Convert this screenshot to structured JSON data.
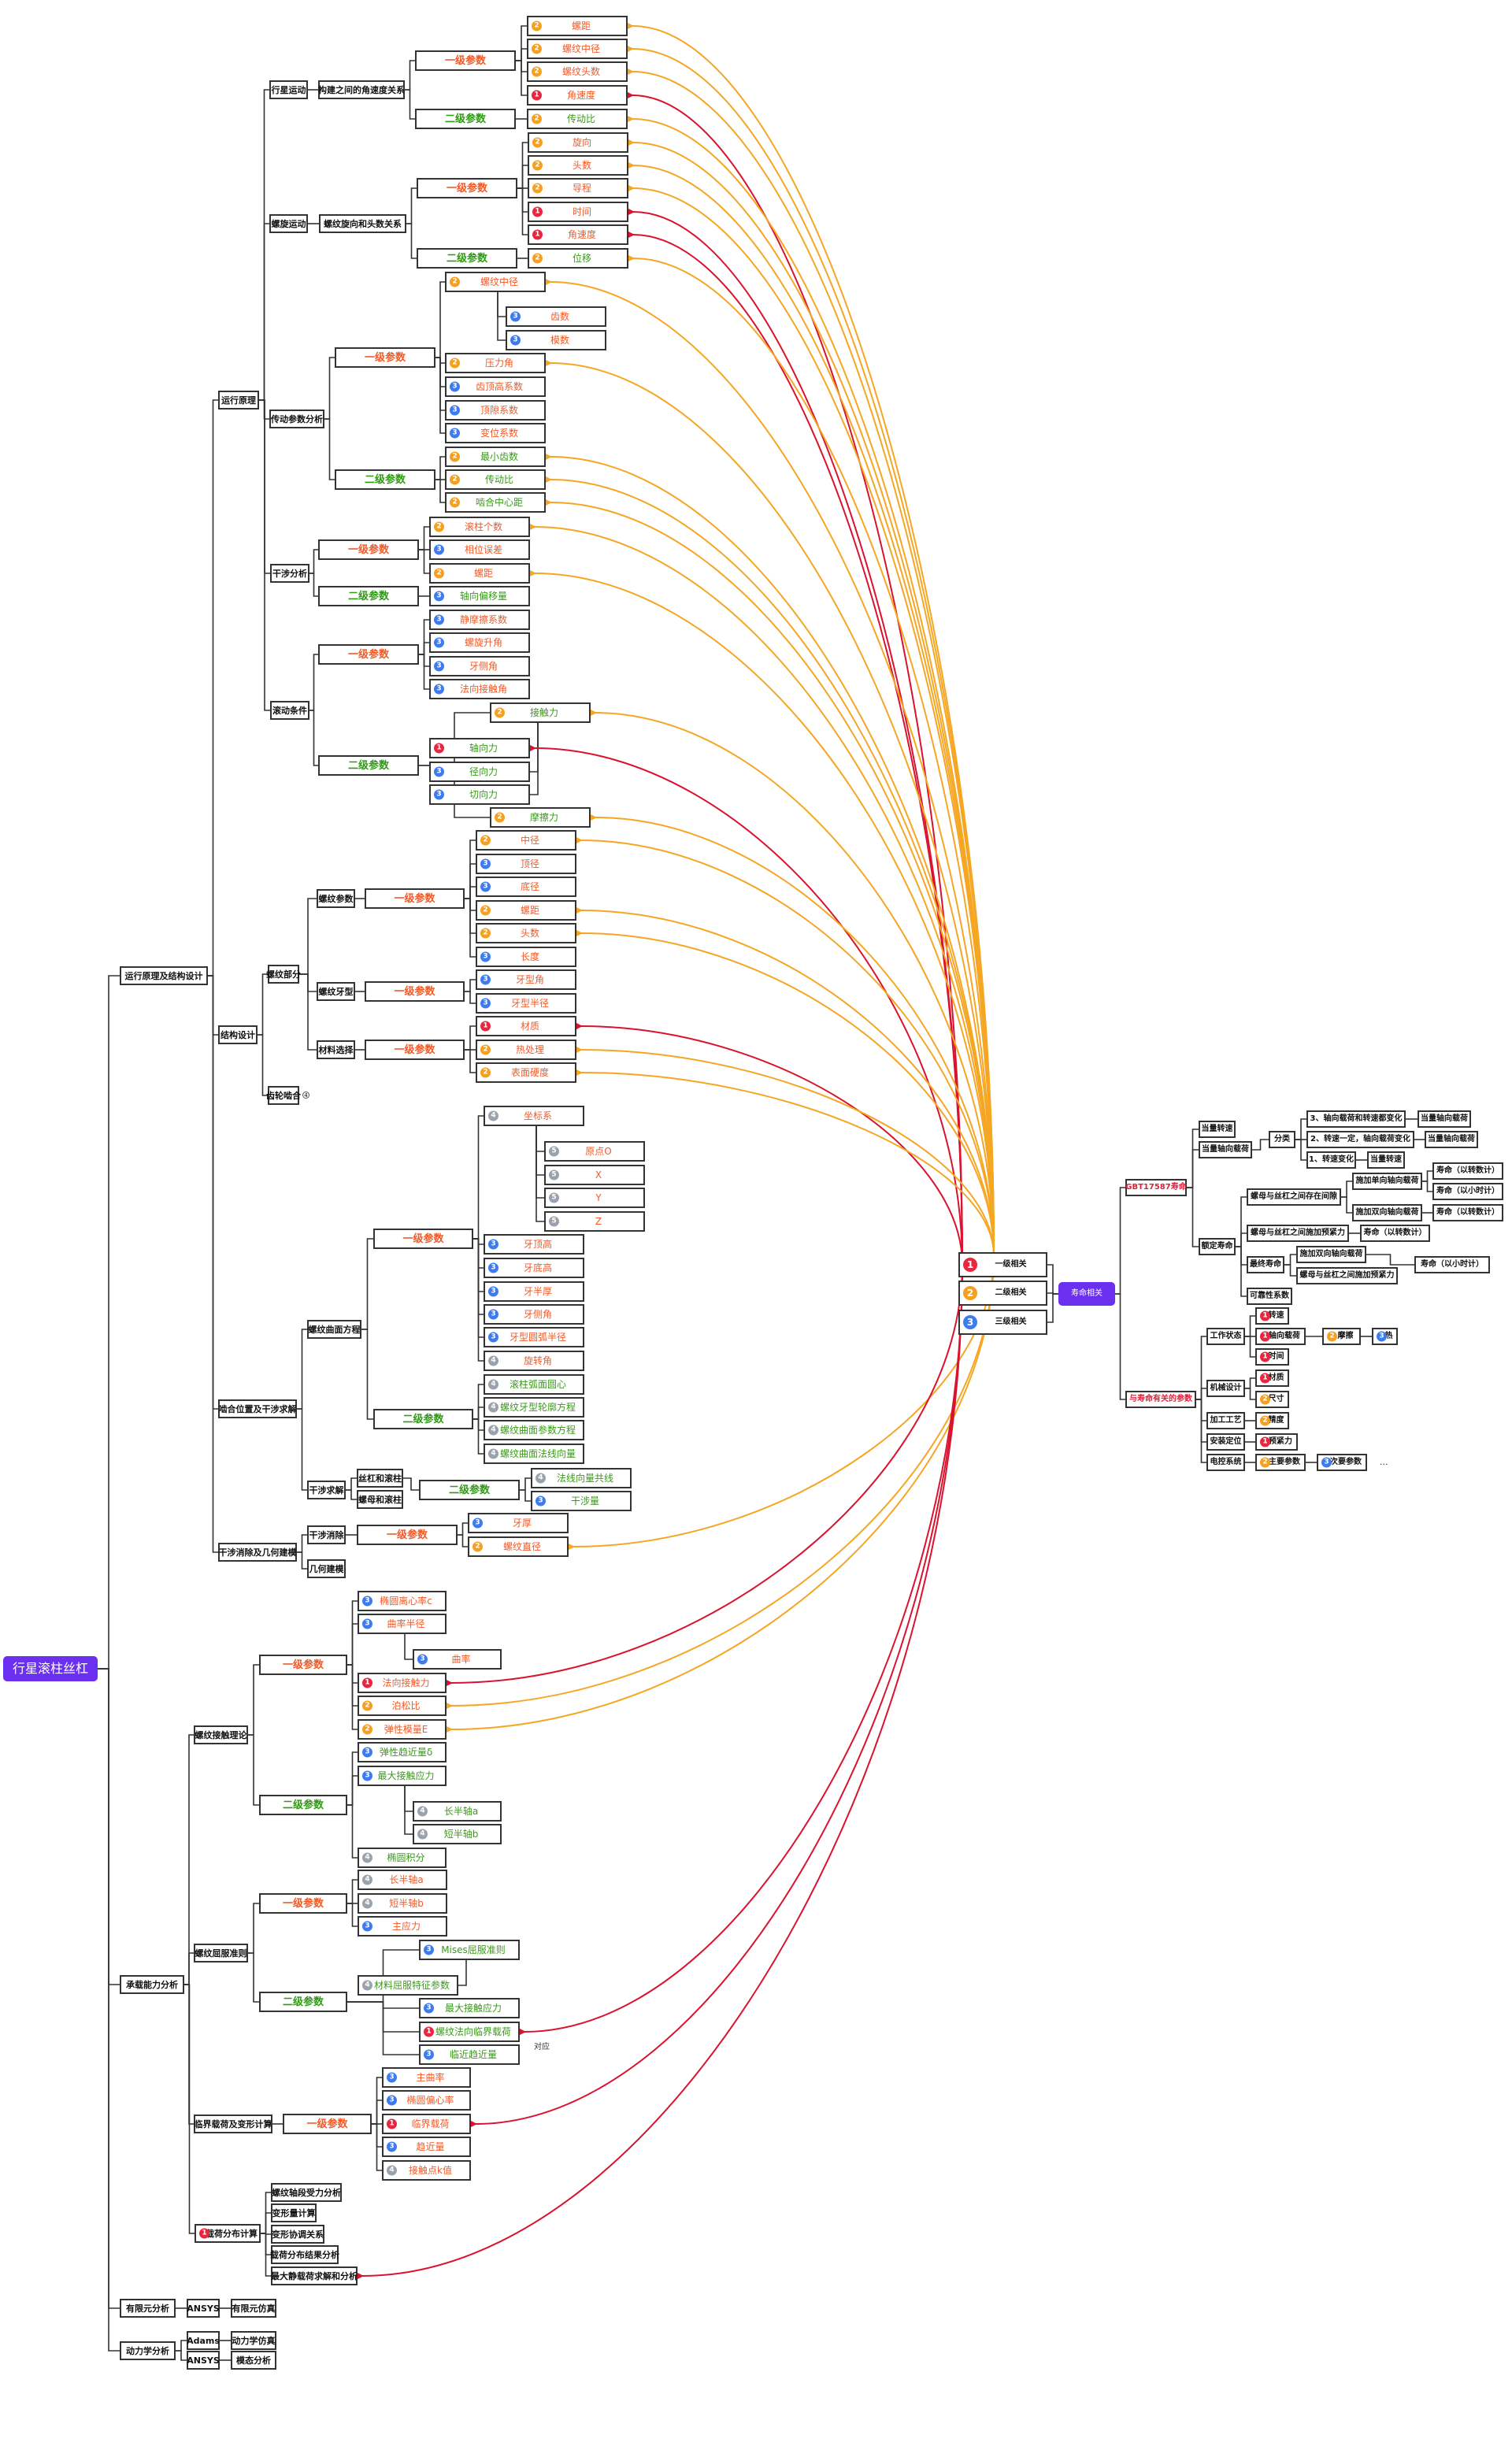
{
  "colors": {
    "root": "#6b2ff0",
    "level1": "#e8263f",
    "level2": "#f5a020",
    "level3": "#3d7bf0",
    "level4": "#9aa3ad",
    "param_primary": "#f05a28",
    "param_secondary": "#3a9a1a"
  },
  "nodes": [
    {
      "id": "R",
      "text": "行星滚柱丝杠",
      "tone": "root"
    },
    {
      "id": "B1",
      "text": "运行原理及结构设计",
      "tone": "k"
    },
    {
      "id": "B2",
      "text": "承载能力分析",
      "tone": "k"
    },
    {
      "id": "B3",
      "text": "有限元分析",
      "tone": "k"
    },
    {
      "id": "B4",
      "text": "动力学分析",
      "tone": "k"
    },
    {
      "id": "C1",
      "text": "运行原理",
      "tone": "k"
    },
    {
      "id": "C2",
      "text": "结构设计",
      "tone": "k"
    },
    {
      "id": "C3",
      "text": "啮合位置及干涉求解",
      "tone": "k"
    },
    {
      "id": "C4",
      "text": "干涉消除及几何建模",
      "tone": "k"
    },
    {
      "id": "D1",
      "text": "行星运动",
      "tone": "k"
    },
    {
      "id": "D2",
      "text": "螺旋运动",
      "tone": "k"
    },
    {
      "id": "D3",
      "text": "传动参数分析",
      "tone": "k"
    },
    {
      "id": "D4",
      "text": "干涉分析",
      "tone": "k"
    },
    {
      "id": "D5",
      "text": "滚动条件",
      "tone": "k"
    },
    {
      "id": "E1",
      "text": "构建之间的角速度关系",
      "tone": "k"
    },
    {
      "id": "E1a",
      "text": "一级参数",
      "tone": "h1"
    },
    {
      "id": "E1b",
      "text": "二级参数",
      "tone": "h2"
    },
    {
      "id": "a1",
      "text": "螺距",
      "badge": 2,
      "tone": "r"
    },
    {
      "id": "a2",
      "text": "螺纹中径",
      "badge": 2,
      "tone": "r"
    },
    {
      "id": "a3",
      "text": "螺纹头数",
      "badge": 2,
      "tone": "r"
    },
    {
      "id": "a4",
      "text": "角速度",
      "badge": 1,
      "tone": "r"
    },
    {
      "id": "a5",
      "text": "传动比",
      "badge": 2,
      "tone": "g"
    },
    {
      "id": "E2",
      "text": "螺纹旋向和头数关系",
      "tone": "k"
    },
    {
      "id": "E2a",
      "text": "一级参数",
      "tone": "h1"
    },
    {
      "id": "E2b",
      "text": "二级参数",
      "tone": "h2"
    },
    {
      "id": "b1",
      "text": "旋向",
      "badge": 2,
      "tone": "r"
    },
    {
      "id": "b2",
      "text": "头数",
      "badge": 2,
      "tone": "r"
    },
    {
      "id": "b3",
      "text": "导程",
      "badge": 2,
      "tone": "r"
    },
    {
      "id": "b4",
      "text": "时间",
      "badge": 1,
      "tone": "r"
    },
    {
      "id": "b5",
      "text": "角速度",
      "badge": 1,
      "tone": "r"
    },
    {
      "id": "b6",
      "text": "位移",
      "badge": 2,
      "tone": "g"
    },
    {
      "id": "E3a",
      "text": "一级参数",
      "tone": "h1"
    },
    {
      "id": "E3b",
      "text": "二级参数",
      "tone": "h2"
    },
    {
      "id": "c1",
      "text": "螺纹中径",
      "badge": 2,
      "tone": "r"
    },
    {
      "id": "c2",
      "text": "齿数",
      "badge": 3,
      "tone": "r"
    },
    {
      "id": "c3",
      "text": "模数",
      "badge": 3,
      "tone": "r"
    },
    {
      "id": "c4",
      "text": "压力角",
      "badge": 2,
      "tone": "r"
    },
    {
      "id": "c5",
      "text": "齿顶高系数",
      "badge": 3,
      "tone": "r"
    },
    {
      "id": "c6",
      "text": "顶隙系数",
      "badge": 3,
      "tone": "r"
    },
    {
      "id": "c7",
      "text": "变位系数",
      "badge": 3,
      "tone": "r"
    },
    {
      "id": "c8",
      "text": "最小齿数",
      "badge": 2,
      "tone": "g"
    },
    {
      "id": "c9",
      "text": "传动比",
      "badge": 2,
      "tone": "g"
    },
    {
      "id": "c10",
      "text": "啮合中心距",
      "badge": 2,
      "tone": "g"
    },
    {
      "id": "E4a",
      "text": "一级参数",
      "tone": "h1"
    },
    {
      "id": "E4b",
      "text": "二级参数",
      "tone": "h2"
    },
    {
      "id": "d1",
      "text": "滚柱个数",
      "badge": 2,
      "tone": "r"
    },
    {
      "id": "d2",
      "text": "相位误差",
      "badge": 3,
      "tone": "r"
    },
    {
      "id": "d3",
      "text": "螺距",
      "badge": 2,
      "tone": "r"
    },
    {
      "id": "d4",
      "text": "轴向偏移量",
      "badge": 3,
      "tone": "g"
    },
    {
      "id": "E5a",
      "text": "一级参数",
      "tone": "h1"
    },
    {
      "id": "E5b",
      "text": "二级参数",
      "tone": "h2"
    },
    {
      "id": "e1",
      "text": "静摩擦系数",
      "badge": 3,
      "tone": "r"
    },
    {
      "id": "e2",
      "text": "螺旋升角",
      "badge": 3,
      "tone": "r"
    },
    {
      "id": "e3",
      "text": "牙侧角",
      "badge": 3,
      "tone": "r"
    },
    {
      "id": "e4",
      "text": "法向接触角",
      "badge": 3,
      "tone": "r"
    },
    {
      "id": "e5",
      "text": "接触力",
      "badge": 2,
      "tone": "g"
    },
    {
      "id": "e6",
      "text": "轴向力",
      "badge": 1,
      "tone": "g"
    },
    {
      "id": "e7",
      "text": "径向力",
      "badge": 3,
      "tone": "g"
    },
    {
      "id": "e8",
      "text": "切向力",
      "badge": 3,
      "tone": "g"
    },
    {
      "id": "e9",
      "text": "摩擦力",
      "badge": 2,
      "tone": "g"
    },
    {
      "id": "F1",
      "text": "螺纹部分",
      "tone": "k"
    },
    {
      "id": "F2",
      "text": "齿轮啮合",
      "tone": "k"
    },
    {
      "id": "F3",
      "text": "螺纹参数",
      "tone": "k"
    },
    {
      "id": "F4",
      "text": "螺纹牙型",
      "tone": "k"
    },
    {
      "id": "F5",
      "text": "材料选择",
      "tone": "k"
    },
    {
      "id": "F3a",
      "text": "一级参数",
      "tone": "h1"
    },
    {
      "id": "F4a",
      "text": "一级参数",
      "tone": "h1"
    },
    {
      "id": "F5a",
      "text": "一级参数",
      "tone": "h1"
    },
    {
      "id": "f1",
      "text": "中径",
      "badge": 2,
      "tone": "r"
    },
    {
      "id": "f2",
      "text": "顶径",
      "badge": 3,
      "tone": "r"
    },
    {
      "id": "f3",
      "text": "底径",
      "badge": 3,
      "tone": "r"
    },
    {
      "id": "f4",
      "text": "螺距",
      "badge": 2,
      "tone": "r"
    },
    {
      "id": "f5",
      "text": "头数",
      "badge": 2,
      "tone": "r"
    },
    {
      "id": "f6",
      "text": "长度",
      "badge": 3,
      "tone": "r"
    },
    {
      "id": "f7",
      "text": "牙型角",
      "badge": 3,
      "tone": "r"
    },
    {
      "id": "f8",
      "text": "牙型半径",
      "badge": 3,
      "tone": "r"
    },
    {
      "id": "f9",
      "text": "材质",
      "badge": 1,
      "tone": "r"
    },
    {
      "id": "f10",
      "text": "热处理",
      "badge": 2,
      "tone": "r"
    },
    {
      "id": "f11",
      "text": "表面硬度",
      "badge": 2,
      "tone": "r"
    },
    {
      "id": "G1",
      "text": "螺纹曲面方程",
      "tone": "k"
    },
    {
      "id": "G2",
      "text": "干涉求解",
      "tone": "k"
    },
    {
      "id": "G1a",
      "text": "一级参数",
      "tone": "h1"
    },
    {
      "id": "G1b",
      "text": "二级参数",
      "tone": "h2"
    },
    {
      "id": "g1",
      "text": "坐标系",
      "badge": 4,
      "tone": "r"
    },
    {
      "id": "g2",
      "text": "原点O",
      "badge": 5,
      "tone": "r"
    },
    {
      "id": "g3",
      "text": "X",
      "badge": 5,
      "tone": "r"
    },
    {
      "id": "g4",
      "text": "Y",
      "badge": 5,
      "tone": "r"
    },
    {
      "id": "g5",
      "text": "Z",
      "badge": 5,
      "tone": "r"
    },
    {
      "id": "g6",
      "text": "牙顶高",
      "badge": 3,
      "tone": "r"
    },
    {
      "id": "g7",
      "text": "牙底高",
      "badge": 3,
      "tone": "r"
    },
    {
      "id": "g8",
      "text": "牙半厚",
      "badge": 3,
      "tone": "r"
    },
    {
      "id": "g9",
      "text": "牙侧角",
      "badge": 3,
      "tone": "r"
    },
    {
      "id": "g10",
      "text": "牙型圆弧半径",
      "badge": 3,
      "tone": "r"
    },
    {
      "id": "g11",
      "text": "旋转角",
      "badge": 4,
      "tone": "r"
    },
    {
      "id": "g12",
      "text": "滚柱弧面圆心",
      "badge": 4,
      "tone": "g"
    },
    {
      "id": "g13",
      "text": "螺纹牙型轮廓方程",
      "badge": 4,
      "tone": "g"
    },
    {
      "id": "g14",
      "text": "螺纹曲面参数方程",
      "badge": 4,
      "tone": "g"
    },
    {
      "id": "g15",
      "text": "螺纹曲面法线向量",
      "badge": 4,
      "tone": "g"
    },
    {
      "id": "G3",
      "text": "丝杠和滚柱",
      "tone": "k"
    },
    {
      "id": "G4",
      "text": "螺母和滚柱",
      "tone": "k"
    },
    {
      "id": "G2b",
      "text": "二级参数",
      "tone": "h2"
    },
    {
      "id": "h1",
      "text": "法线向量共线",
      "badge": 4,
      "tone": "g"
    },
    {
      "id": "h2",
      "text": "干涉量",
      "badge": 3,
      "tone": "g"
    },
    {
      "id": "H1",
      "text": "干涉消除",
      "tone": "k"
    },
    {
      "id": "H2",
      "text": "几何建模",
      "tone": "k"
    },
    {
      "id": "H1a",
      "text": "一级参数",
      "tone": "h1"
    },
    {
      "id": "i1",
      "text": "牙厚",
      "badge": 3,
      "tone": "r"
    },
    {
      "id": "i2",
      "text": "螺纹直径",
      "badge": 2,
      "tone": "r"
    },
    {
      "id": "J1",
      "text": "螺纹接触理论",
      "tone": "k"
    },
    {
      "id": "J1a",
      "text": "一级参数",
      "tone": "h1"
    },
    {
      "id": "J1b",
      "text": "二级参数",
      "tone": "h2"
    },
    {
      "id": "j1",
      "text": "椭圆离心率c",
      "badge": 3,
      "tone": "r"
    },
    {
      "id": "j2",
      "text": "曲率半径",
      "badge": 3,
      "tone": "r"
    },
    {
      "id": "j3",
      "text": "曲率",
      "badge": 3,
      "tone": "r"
    },
    {
      "id": "j4",
      "text": "法向接触力",
      "badge": 1,
      "tone": "r"
    },
    {
      "id": "j5",
      "text": "泊松比",
      "badge": 2,
      "tone": "r"
    },
    {
      "id": "j6",
      "text": "弹性模量E",
      "badge": 2,
      "tone": "r"
    },
    {
      "id": "j7",
      "text": "弹性趋近量δ",
      "badge": 3,
      "tone": "g"
    },
    {
      "id": "j8",
      "text": "最大接触应力",
      "badge": 3,
      "tone": "g"
    },
    {
      "id": "j9",
      "text": "长半轴a",
      "badge": 4,
      "tone": "g"
    },
    {
      "id": "j10",
      "text": "短半轴b",
      "badge": 4,
      "tone": "g"
    },
    {
      "id": "j11",
      "text": "椭圆积分",
      "badge": 4,
      "tone": "g"
    },
    {
      "id": "J2",
      "text": "螺纹屈服准则",
      "tone": "k"
    },
    {
      "id": "J2a",
      "text": "一级参数",
      "tone": "h1"
    },
    {
      "id": "J2b",
      "text": "二级参数",
      "tone": "h2"
    },
    {
      "id": "k1",
      "text": "长半轴a",
      "badge": 4,
      "tone": "r"
    },
    {
      "id": "k2",
      "text": "短半轴b",
      "badge": 4,
      "tone": "r"
    },
    {
      "id": "k3",
      "text": "主应力",
      "badge": 3,
      "tone": "r"
    },
    {
      "id": "k4",
      "text": "Mises屈服准则",
      "badge": 3,
      "tone": "g"
    },
    {
      "id": "k5",
      "text": "材料屈服特征参数",
      "badge": 4,
      "tone": "g"
    },
    {
      "id": "k6",
      "text": "最大接触应力",
      "badge": 3,
      "tone": "g"
    },
    {
      "id": "k7",
      "text": "螺纹法向临界载荷",
      "badge": 1,
      "tone": "g"
    },
    {
      "id": "k8",
      "text": "临近趋近量",
      "badge": 3,
      "tone": "g"
    },
    {
      "id": "J3",
      "text": "临界载荷及变形计算",
      "tone": "k"
    },
    {
      "id": "J3a",
      "text": "一级参数",
      "tone": "h1"
    },
    {
      "id": "l1",
      "text": "主曲率",
      "badge": 3,
      "tone": "r"
    },
    {
      "id": "l2",
      "text": "椭圆偏心率",
      "badge": 3,
      "tone": "r"
    },
    {
      "id": "l3",
      "text": "临界载荷",
      "badge": 1,
      "tone": "r"
    },
    {
      "id": "l4",
      "text": "趋近量",
      "badge": 3,
      "tone": "r"
    },
    {
      "id": "l5",
      "text": "接触点k值",
      "badge": 4,
      "tone": "r"
    },
    {
      "id": "J4",
      "text": "载荷分布计算",
      "badge": 1,
      "tone": "k"
    },
    {
      "id": "m1",
      "text": "螺纹轴段受力分析",
      "tone": "k"
    },
    {
      "id": "m2",
      "text": "变形量计算",
      "tone": "k"
    },
    {
      "id": "m3",
      "text": "变形协调关系",
      "tone": "k"
    },
    {
      "id": "m4",
      "text": "载荷分布结果分析",
      "tone": "k"
    },
    {
      "id": "m5",
      "text": "最大静载荷求解和分析",
      "tone": "k"
    },
    {
      "id": "K1",
      "text": "ANSYS",
      "tone": "k"
    },
    {
      "id": "K2",
      "text": "有限元仿真",
      "tone": "k"
    },
    {
      "id": "K3",
      "text": "Adams",
      "tone": "k"
    },
    {
      "id": "K4",
      "text": "ANSYS",
      "tone": "k"
    },
    {
      "id": "K5",
      "text": "动力学仿真",
      "tone": "k"
    },
    {
      "id": "K6",
      "text": "模态分析",
      "tone": "k"
    },
    {
      "id": "SR",
      "text": "寿命相关",
      "tone": "root"
    },
    {
      "id": "S1",
      "text": "一级相关",
      "badge": 1,
      "tone": "big"
    },
    {
      "id": "S2",
      "text": "二级相关",
      "badge": 2,
      "tone": "big"
    },
    {
      "id": "S3",
      "text": "三级相关",
      "badge": 3,
      "tone": "big"
    },
    {
      "id": "T1",
      "text": "GBT17587寿命",
      "tone": "rk"
    },
    {
      "id": "T2",
      "text": "与寿命有关的参数",
      "tone": "rk"
    },
    {
      "id": "t1",
      "text": "当量转速",
      "tone": "k"
    },
    {
      "id": "t2",
      "text": "当量轴向载荷",
      "tone": "k"
    },
    {
      "id": "t3",
      "text": "额定寿命",
      "tone": "k"
    },
    {
      "id": "t4",
      "text": "分类",
      "tone": "k"
    },
    {
      "id": "t5",
      "text": "3、轴向载荷和转速都变化",
      "tone": "k"
    },
    {
      "id": "t6",
      "text": "当量轴向载荷",
      "tone": "k"
    },
    {
      "id": "t7",
      "text": "2、转速一定，轴向载荷变化",
      "tone": "k"
    },
    {
      "id": "t8",
      "text": "当量轴向载荷",
      "tone": "k"
    },
    {
      "id": "t9",
      "text": "1、转速变化",
      "tone": "k"
    },
    {
      "id": "t10",
      "text": "当量转速",
      "tone": "k"
    },
    {
      "id": "t11",
      "text": "螺母与丝杠之间存在间隙",
      "tone": "k"
    },
    {
      "id": "t12",
      "text": "施加单向轴向载荷",
      "tone": "k"
    },
    {
      "id": "t13",
      "text": "寿命（以转数计）",
      "tone": "k"
    },
    {
      "id": "t14",
      "text": "寿命（以小时计）",
      "tone": "k"
    },
    {
      "id": "t15",
      "text": "施加双向轴向载荷",
      "tone": "k"
    },
    {
      "id": "t16",
      "text": "寿命（以转数计）",
      "tone": "k"
    },
    {
      "id": "t17",
      "text": "螺母与丝杠之间施加预紧力",
      "tone": "k"
    },
    {
      "id": "t18",
      "text": "寿命（以转数计）",
      "tone": "k"
    },
    {
      "id": "t19",
      "text": "最终寿命",
      "tone": "k"
    },
    {
      "id": "t20",
      "text": "施加双向轴向载荷",
      "tone": "k"
    },
    {
      "id": "t21",
      "text": "螺母与丝杠之间施加预紧力",
      "tone": "k"
    },
    {
      "id": "t22",
      "text": "寿命（以小时计）",
      "tone": "k"
    },
    {
      "id": "t23",
      "text": "可靠性系数",
      "tone": "k"
    },
    {
      "id": "u1",
      "text": "工作状态",
      "tone": "k"
    },
    {
      "id": "u2",
      "text": "转速",
      "badge": 1,
      "tone": "k"
    },
    {
      "id": "u3",
      "text": "轴向载荷",
      "badge": 1,
      "tone": "k"
    },
    {
      "id": "u4",
      "text": "时间",
      "badge": 1,
      "tone": "k"
    },
    {
      "id": "u5",
      "text": "摩擦",
      "badge": 2,
      "tone": "k"
    },
    {
      "id": "u6",
      "text": "热",
      "badge": 3,
      "tone": "k"
    },
    {
      "id": "u7",
      "text": "机械设计",
      "tone": "k"
    },
    {
      "id": "u8",
      "text": "材质",
      "badge": 1,
      "tone": "k"
    },
    {
      "id": "u9",
      "text": "尺寸",
      "badge": 2,
      "tone": "k"
    },
    {
      "id": "u10",
      "text": "加工工艺",
      "tone": "k"
    },
    {
      "id": "u11",
      "text": "精度",
      "badge": 2,
      "tone": "k"
    },
    {
      "id": "u12",
      "text": "安装定位",
      "tone": "k"
    },
    {
      "id": "u13",
      "text": "预紧力",
      "badge": 1,
      "tone": "k"
    },
    {
      "id": "u14",
      "text": "电控系统",
      "tone": "k"
    },
    {
      "id": "u15",
      "text": "主要参数",
      "badge": 2,
      "tone": "k"
    },
    {
      "id": "u16",
      "text": "次要参数",
      "badge": 3,
      "tone": "k"
    }
  ],
  "notes": {
    "correspond": "对应",
    "ellipsis": "...",
    "collapsed_count": "4"
  }
}
